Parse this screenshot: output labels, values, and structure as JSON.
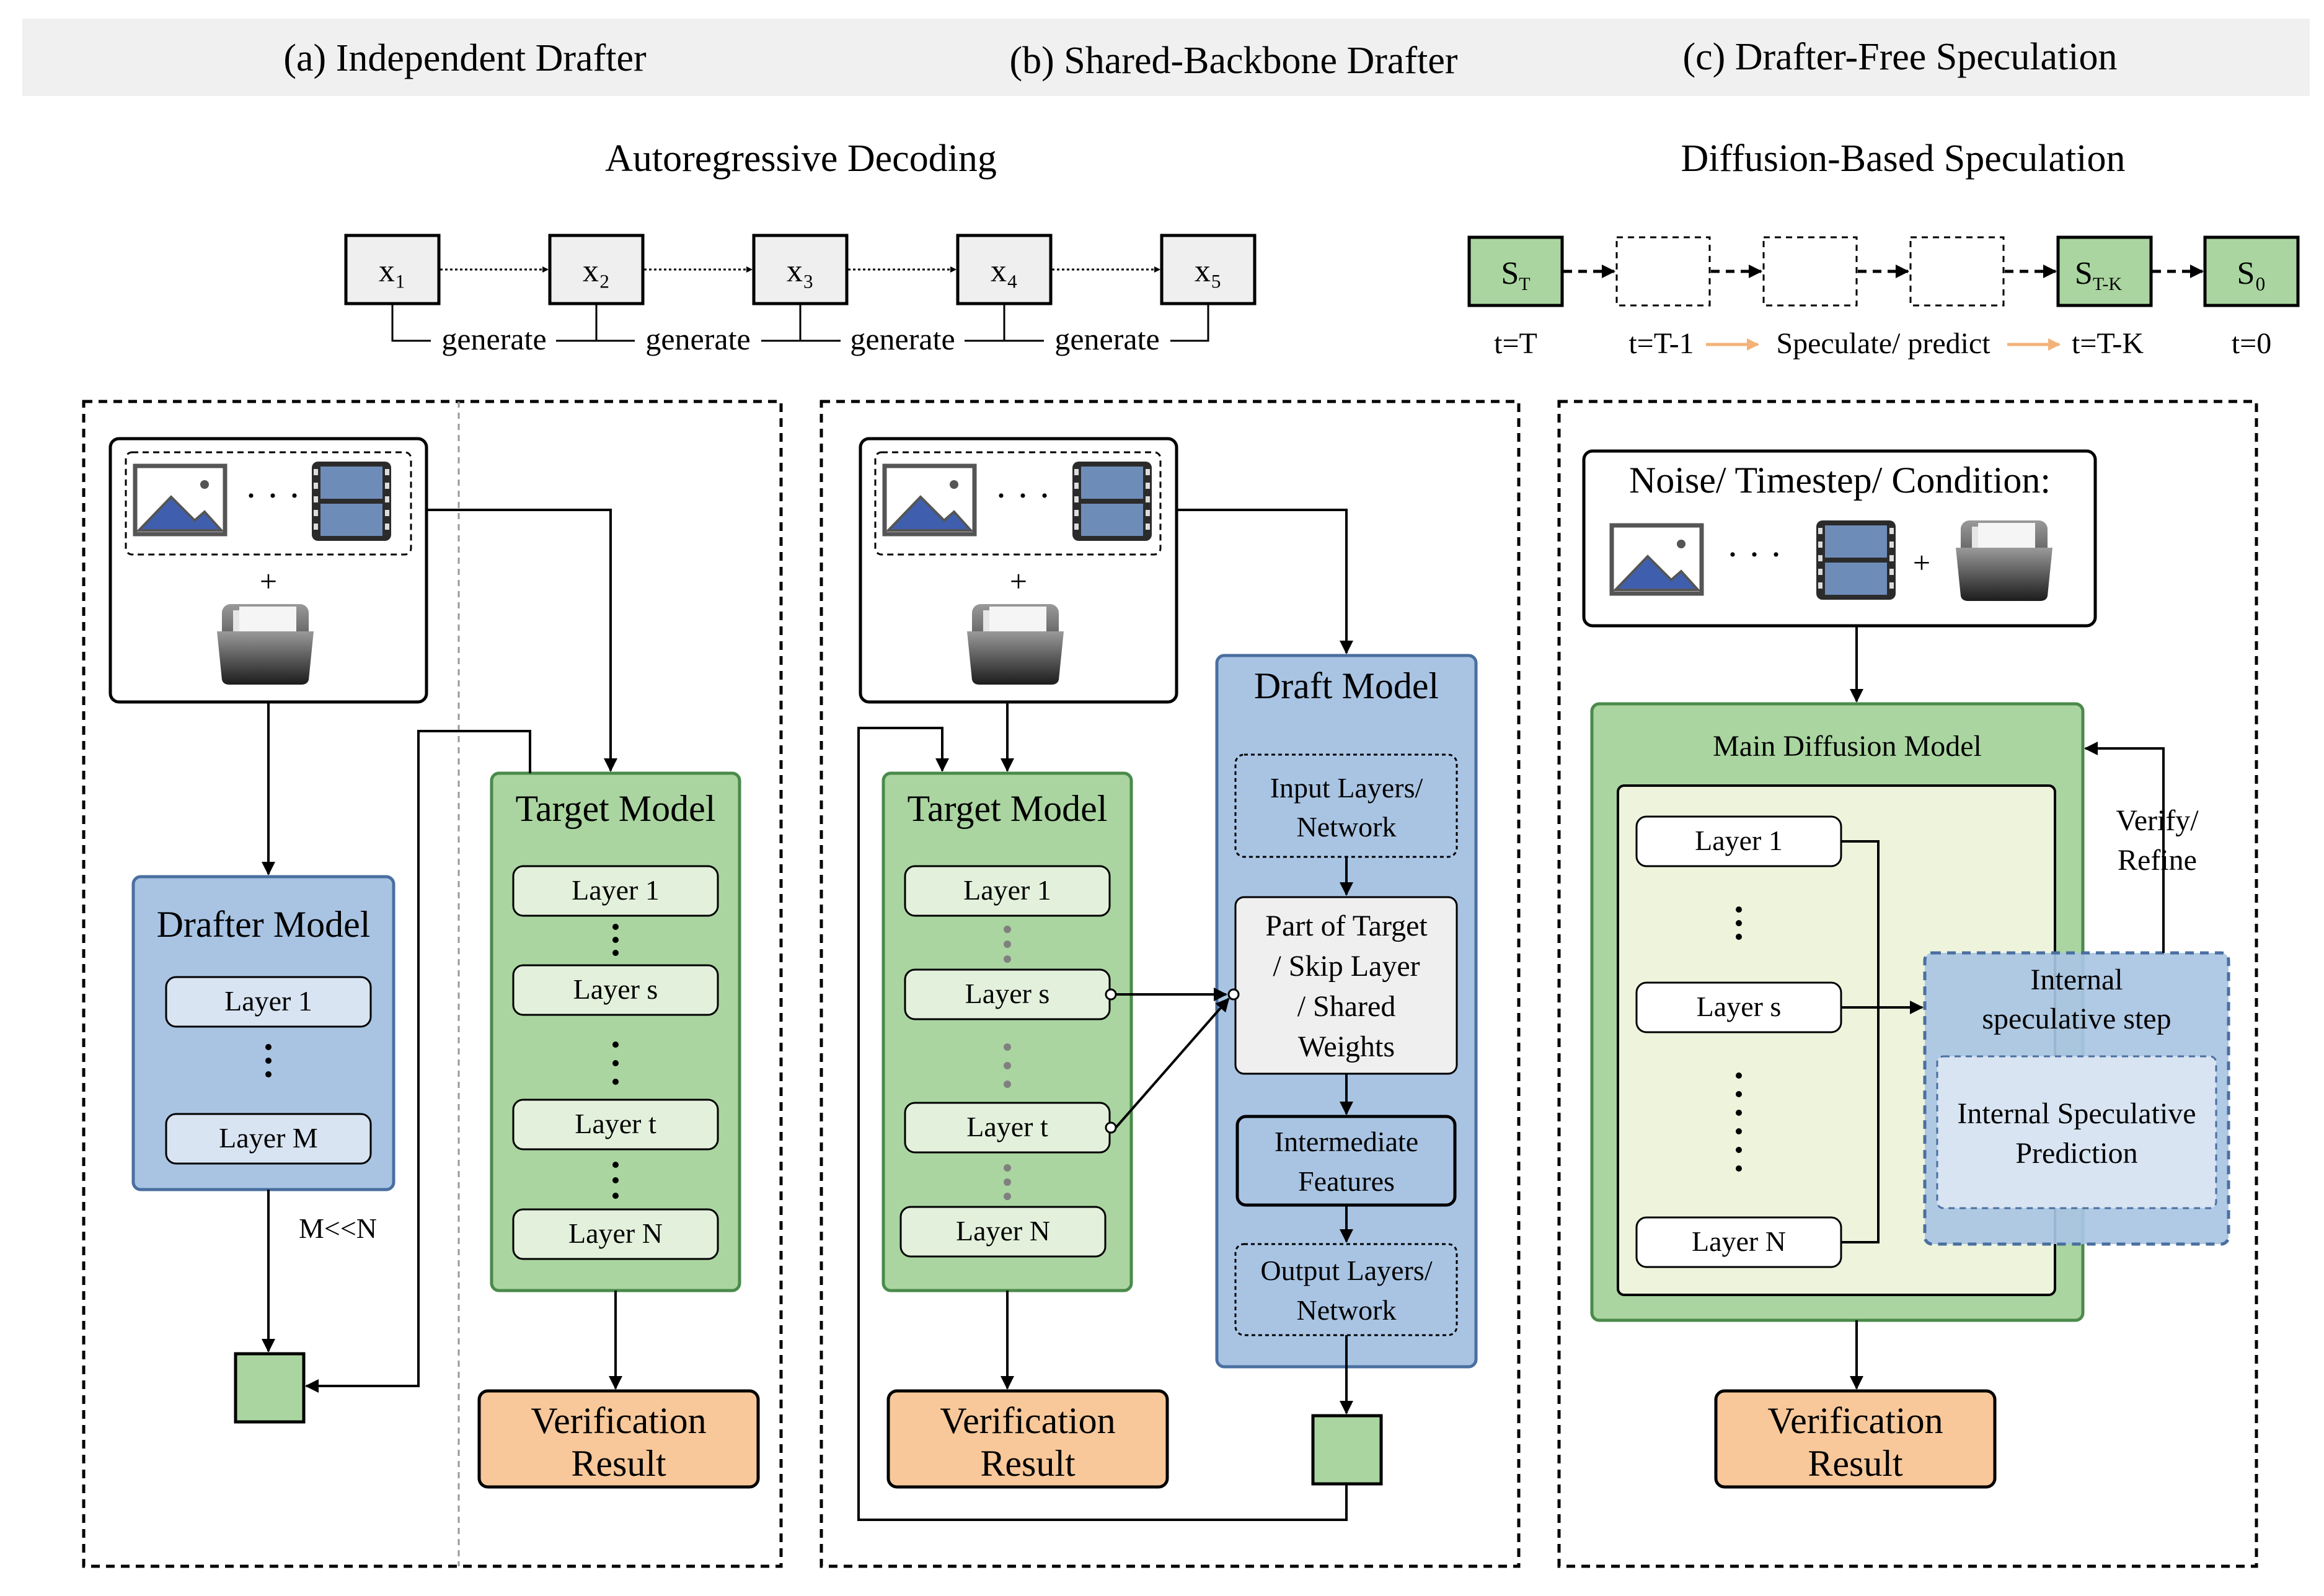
{
  "headers": {
    "a": "(a) Independent Drafter",
    "b": "(b) Shared-Backbone Drafter",
    "c": "(c) Drafter-Free Speculation"
  },
  "autoregressive": {
    "title": "Autoregressive Decoding",
    "tokens": [
      "x₁",
      "x₂",
      "x₃",
      "x₄",
      "x₅"
    ],
    "step_label": "generate"
  },
  "diffusion_spec": {
    "title": "Diffusion-Based Speculation",
    "state_first": "S",
    "state_first_sub": "T",
    "state_mid": "S",
    "state_mid_sub": "T-K",
    "state_last": "S₀",
    "time_labels": [
      "t=T",
      "t=T-1",
      "t=T-K",
      "t=0"
    ],
    "speculate_label": "Speculate/ predict"
  },
  "panel_a": {
    "target_title": "Target Model",
    "target_layers": [
      "Layer 1",
      "Layer s",
      "Layer t",
      "Layer N"
    ],
    "drafter_title": "Drafter Model",
    "drafter_layers": [
      "Layer 1",
      "Layer M"
    ],
    "ratio_label": "M<<N",
    "result_line1": "Verification",
    "result_line2": "Result",
    "plus": "+"
  },
  "panel_b": {
    "target_title": "Target Model",
    "target_layers": [
      "Layer 1",
      "Layer s",
      "Layer t",
      "Layer N"
    ],
    "draft_title": "Draft Model",
    "input_layers": [
      "Input Layers/",
      "Network"
    ],
    "part_target": [
      "Part of Target",
      "/ Skip Layer",
      "/ Shared",
      "Weights"
    ],
    "intermediate": [
      "Intermediate",
      "Features"
    ],
    "output_layers": [
      "Output Layers/",
      "Network"
    ],
    "result_line1": "Verification",
    "result_line2": "Result",
    "plus": "+"
  },
  "panel_c": {
    "condition_title": "Noise/ Timestep/ Condition:",
    "plus": "+",
    "main_title": "Main Diffusion Model",
    "layers": [
      "Layer 1",
      "Layer s",
      "Layer N"
    ],
    "verify": [
      "Verify/",
      "Refine"
    ],
    "internal_step": [
      "Internal",
      "speculative step"
    ],
    "internal_prediction": [
      "Internal Speculative",
      "Prediction"
    ],
    "result_line1": "Verification",
    "result_line2": "Result"
  },
  "colors": {
    "header_band": "#f0f0f0",
    "green_fill": "#aad5a0",
    "green_stroke": "#4a8a4a",
    "green_light": "#e3f1dc",
    "blue_fill": "#a9c4e3",
    "blue_stroke": "#4a6fa0",
    "blue_light": "#d8e4f2",
    "orange_fill": "#f8c89a",
    "token_fill": "#efefef",
    "arrow_orange": "#f3b27a"
  }
}
